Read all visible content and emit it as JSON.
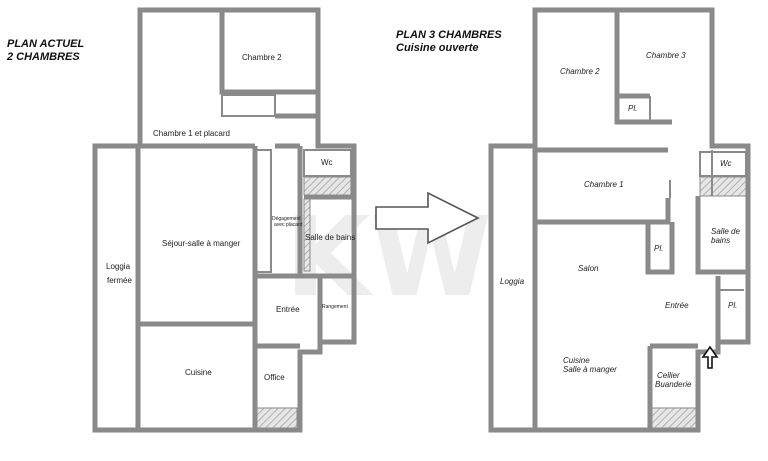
{
  "left_plan": {
    "title_line1": "PLAN ACTUEL",
    "title_line2": "2 CHAMBRES",
    "rooms": {
      "chambre2": "Chambre 2",
      "chambre1": "Chambre 1 et placard",
      "wc": "Wc",
      "degagement_line1": "Dégagement",
      "degagement_line2": "avec placard",
      "salle_bains": "Salle de bains",
      "sejour": "Séjour-salle à manger",
      "loggia_line1": "Loggia",
      "loggia_line2": "fermée",
      "entree": "Entrée",
      "rangement": "Rangement",
      "cuisine": "Cuisine",
      "office": "Office"
    }
  },
  "right_plan": {
    "title_line1": "PLAN 3 CHAMBRES",
    "title_line2": "Cuisine ouverte",
    "rooms": {
      "chambre2": "Chambre 2",
      "chambre3": "Chambre 3",
      "pl_top": "Pl.",
      "chambre1": "Chambre 1",
      "wc": "Wc",
      "salle_line1": "Salle de",
      "salle_line2": "bains",
      "pl_mid": "Pl.",
      "loggia": "Loggia",
      "salon": "Salon",
      "entree": "Entrée",
      "pl_right": "Pl.",
      "cuisine_line1": "Cuisine",
      "cuisine_line2": "Salle à manger",
      "cellier_line1": "Cellier",
      "cellier_line2": "Buanderie"
    }
  },
  "watermark": "KW",
  "colors": {
    "wall": "#8a8a8a",
    "text": "#222222"
  },
  "icons": [
    "transition-arrow-icon",
    "entrance-arrow-icon"
  ]
}
